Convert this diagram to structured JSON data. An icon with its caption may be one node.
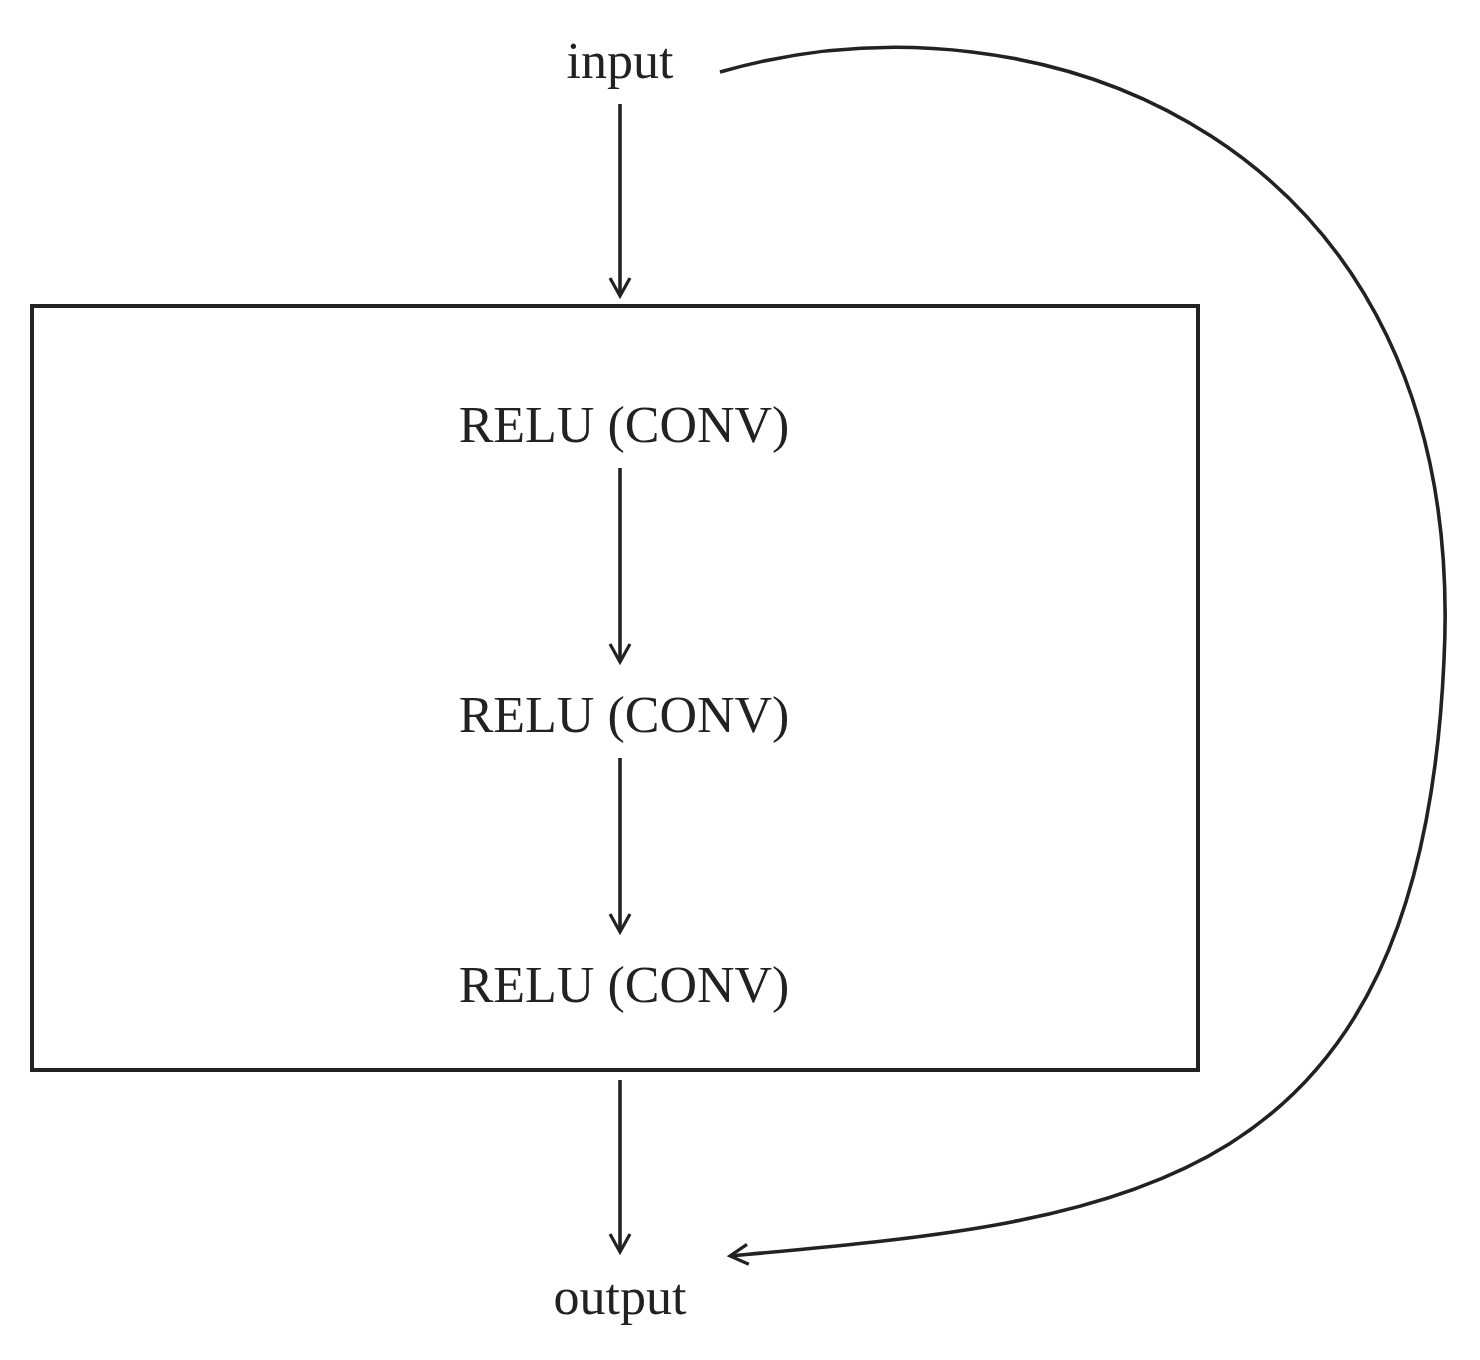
{
  "diagram": {
    "nodes": [
      {
        "text": [
          "input"
        ]
      },
      {
        "text": [],
        "shape": "box"
      },
      {
        "text": [
          "RELU (CONV)"
        ],
        "in": 1
      },
      {
        "text": [
          "RELU (CONV)"
        ],
        "in": 1
      },
      {
        "text": [
          "RELU (CONV)"
        ],
        "in": 1
      },
      {
        "text": [
          "output"
        ]
      }
    ],
    "edges": [
      {
        "from": 0,
        "to": 1,
        "arrow": "to"
      },
      {
        "from": 2,
        "to": 3,
        "arrow": "to"
      },
      {
        "from": 3,
        "to": 4,
        "arrow": "to"
      },
      {
        "from": 1,
        "to": 5,
        "arrow": "to"
      },
      {
        "from": 0,
        "to": 5,
        "arrow": "to"
      }
    ]
  }
}
